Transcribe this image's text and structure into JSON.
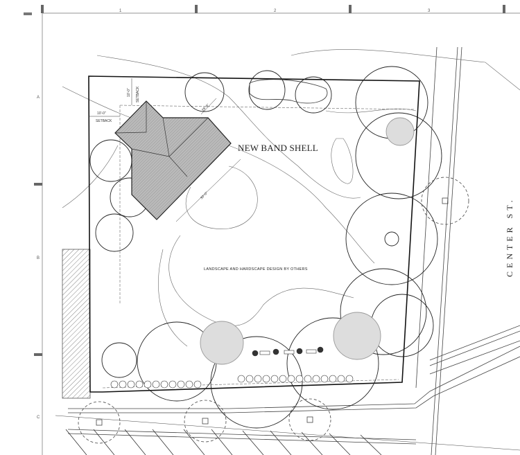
{
  "grid": {
    "columns": [
      "1",
      "2",
      "3"
    ],
    "rows": [
      "A",
      "B",
      "C"
    ]
  },
  "labels": {
    "title": "NEW BAND SHELL",
    "note": "LANDSCAPE AND HARDSCAPE DESIGN BY OTHERS",
    "street": "CENTER ST.",
    "setback_dim": "10'-0\"",
    "setback_word": "SETBACK",
    "dim_a": "28'-6\"",
    "dim_b": "30'-0\""
  }
}
